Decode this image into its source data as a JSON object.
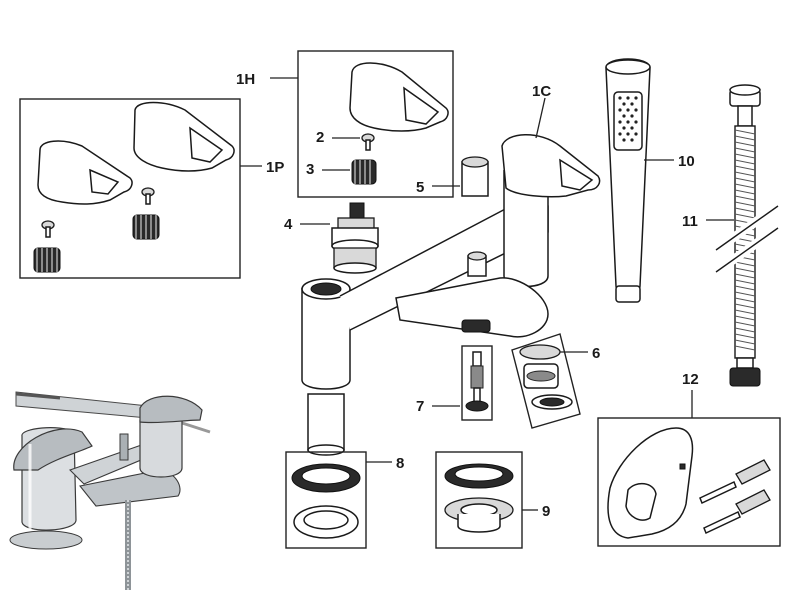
{
  "labels": {
    "l1H": "1H",
    "l1P": "1P",
    "l1C": "1C",
    "l2": "2",
    "l3": "3",
    "l4": "4",
    "l5": "5",
    "l6": "6",
    "l7": "7",
    "l8": "8",
    "l9": "9",
    "l10": "10",
    "l11": "11",
    "l12": "12"
  },
  "colors": {
    "line": "#1a1a1a",
    "fill": "#ffffff",
    "chrome_dark": "#2a2a2a",
    "chrome_mid": "#8a8a8a",
    "chrome_light": "#d9d9d9"
  },
  "icons": [
    "lever-handle-icon",
    "screw-icon",
    "splined-adaptor-icon",
    "cartridge-icon",
    "cap-icon",
    "spout-body-icon",
    "shower-handset-icon",
    "hose-icon",
    "wall-bracket-icon",
    "washer-icon",
    "diverter-icon",
    "filter-icon",
    "photo-mixer-icon"
  ]
}
